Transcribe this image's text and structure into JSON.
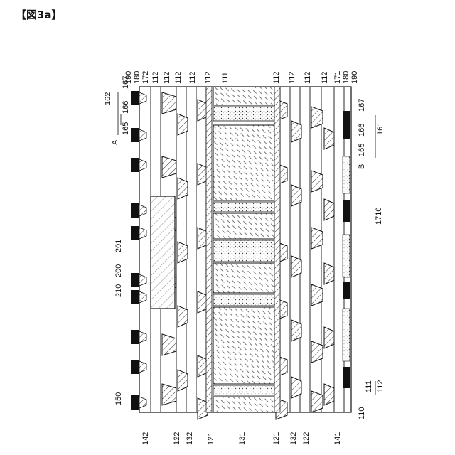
{
  "figure_title": "【図3a】",
  "top_labels": [
    "190",
    "180",
    "172",
    "112",
    "112",
    "112",
    "112",
    "112",
    "111",
    "112",
    "112",
    "112",
    "112",
    "171",
    "180",
    "190"
  ],
  "bottom_labels": [
    "142",
    "122",
    "132",
    "121",
    "131",
    "121",
    "132",
    "122",
    "141"
  ],
  "left_labels": {
    "l162": "162",
    "l167": "167",
    "l166": "166",
    "l165": "165",
    "lA": "A",
    "l201": "201",
    "l200": "200",
    "l210": "210",
    "l150": "150"
  },
  "right_labels": {
    "l167": "167",
    "l166": "166",
    "l165": "165",
    "l161": "161",
    "lB": "B",
    "l1710": "1710",
    "l111": "111",
    "l112": "112",
    "l110": "110"
  }
}
